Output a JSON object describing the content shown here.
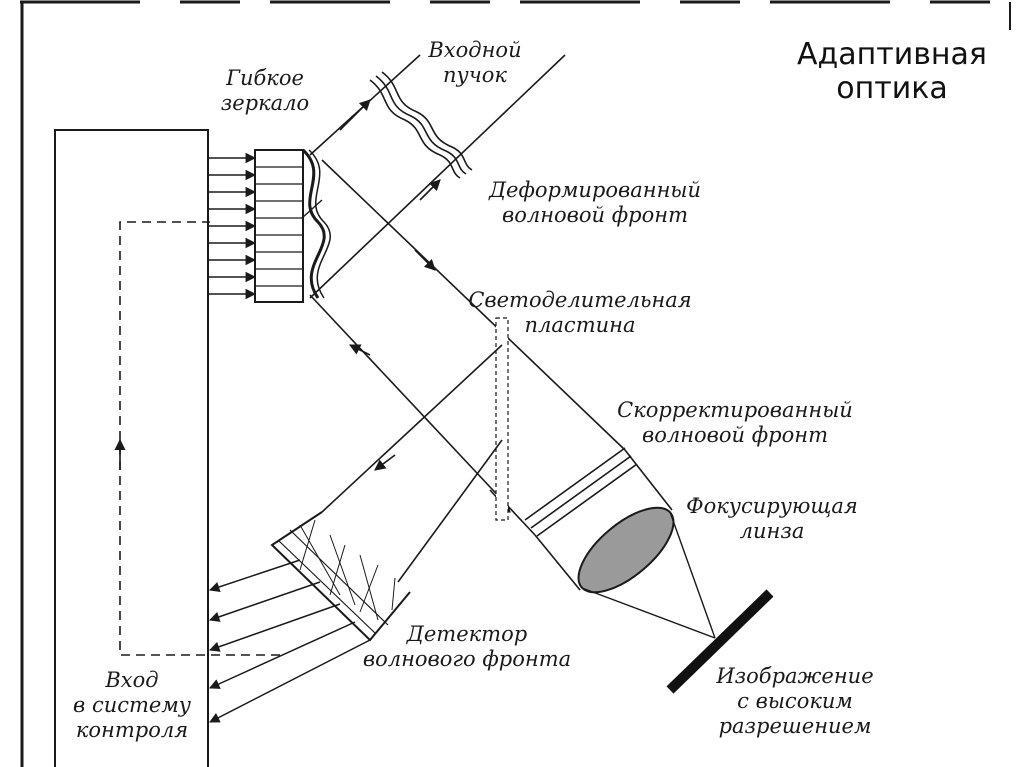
{
  "title": {
    "line1": "Адаптивная",
    "line2": "оптика"
  },
  "labels": {
    "flexible_mirror": {
      "line1": "Гибкое",
      "line2": "зеркало"
    },
    "input_beam": {
      "line1": "Входной",
      "line2": "пучок"
    },
    "deformed_wavefront": {
      "line1": "Деформированный",
      "line2": "волновой фронт"
    },
    "beam_splitter": {
      "line1": "Светоделительная",
      "line2": "пластина"
    },
    "corrected_wavefront": {
      "line1": "Скорректированный",
      "line2": "волновой фронт"
    },
    "focusing_lens": {
      "line1": "Фокусирующая",
      "line2": "линза"
    },
    "wavefront_detector": {
      "line1": "Детектор",
      "line2": "волнового фронта"
    },
    "high_res_image": {
      "line1": "Изображение",
      "line2": "с высоким",
      "line3": "разрешением"
    },
    "control_input": {
      "line1": "Вход",
      "line2": "в систему",
      "line3": "контроля"
    }
  },
  "colors": {
    "ink": "#1a1a1a",
    "lens_fill": "#9a9a9a",
    "background": "#ffffff"
  }
}
